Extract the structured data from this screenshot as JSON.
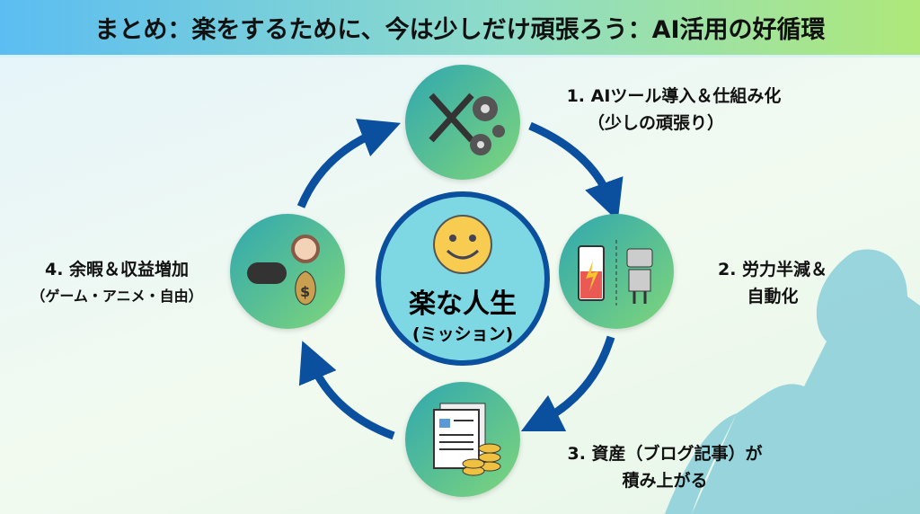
{
  "title": "まとめ：楽をするために、今は少しだけ頑張ろう：AI活用の好循環",
  "center": {
    "title": "楽な人生",
    "subtitle": "(ミッション)"
  },
  "steps": [
    {
      "line1": "1. AIツール導入＆仕組み化",
      "line2": "（少しの頑張り）",
      "icon": "tools-gears-icon"
    },
    {
      "line1": "2. 労力半減＆",
      "line2": "自動化",
      "icon": "battery-robot-icon"
    },
    {
      "line1": "3. 資産（ブログ記事）が",
      "line2": "積み上がる",
      "icon": "documents-coins-icon"
    },
    {
      "line1": "4. 余暇＆収益増加",
      "line2": "（ゲーム・アニメ・自由）",
      "icon": "gamepad-anime-moneybag-icon"
    }
  ],
  "colors": {
    "arrow": "#0b4f9f",
    "accent": "#7ed8e4"
  }
}
